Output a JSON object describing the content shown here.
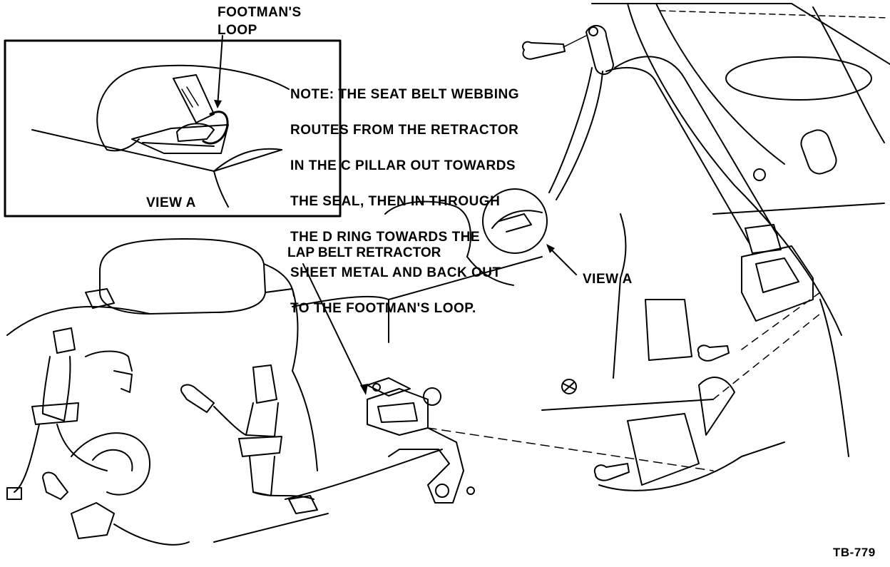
{
  "labels": {
    "footmans_loop": "FOOTMAN'S\nLOOP",
    "view_a_inset": "VIEW A",
    "lap_belt_retractor": "LAP BELT RETRACTOR",
    "view_a_callout": "VIEW A",
    "figure_code": "TB-779"
  },
  "note": {
    "lines": [
      "NOTE:  THE SEAT BELT WEBBING",
      "ROUTES FROM THE RETRACTOR",
      "IN THE C PILLAR OUT TOWARDS",
      "THE SEAL, THEN IN THROUGH",
      "THE D RING TOWARDS THE",
      "SHEET METAL AND BACK OUT",
      "TO THE FOOTMAN'S LOOP."
    ]
  }
}
